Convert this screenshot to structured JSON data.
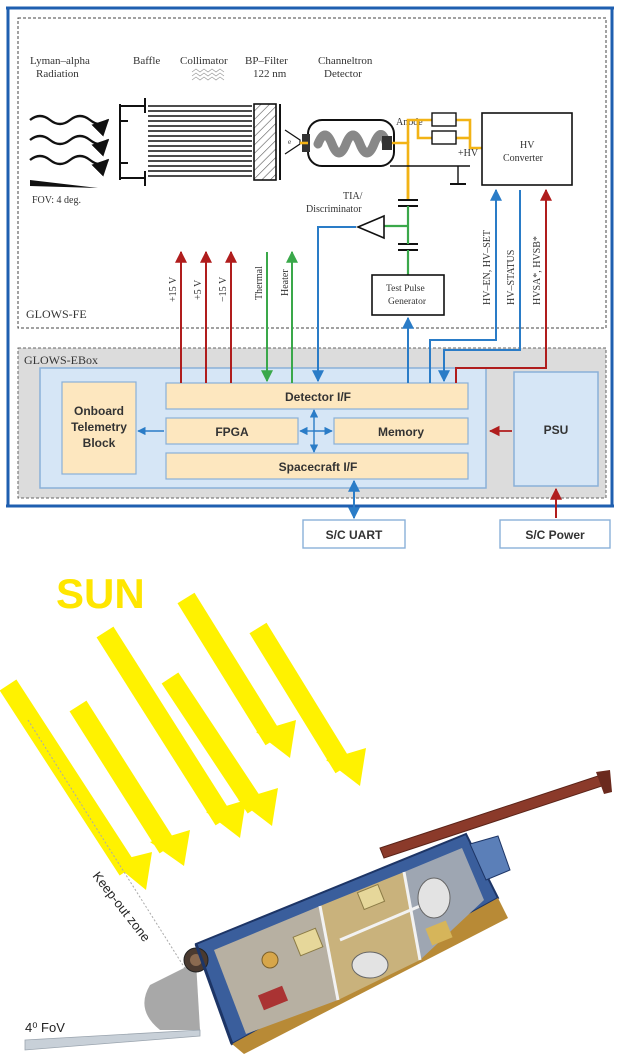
{
  "schematic": {
    "labels": {
      "lyman_alpha": "Lyman–alpha",
      "radiation": "Radiation",
      "baffle": "Baffle",
      "collimator": "Collimator",
      "bp_filter": "BP–Filter",
      "bp_filter_nm": "122 nm",
      "channeltron": "Channeltron",
      "detector": "Detector",
      "fov": "FOV: 4 deg.",
      "anode": "Anode",
      "hv_plus": "+HV",
      "hv_converter_1": "HV",
      "hv_converter_2": "Converter",
      "tia_1": "TIA/",
      "tia_2": "Discriminator",
      "test_pulse_1": "Test Pulse",
      "test_pulse_2": "Generator",
      "v15p": "+15 V",
      "v5p": "+5 V",
      "v15n": "−15 V",
      "thermal": "Thermal",
      "heater": "Heater",
      "hv_en": "HV–EN, HV–SET",
      "hv_status": "HV–STATUS",
      "hvsa": "HVSA*, HVSB*",
      "glows_fe": "GLOWS-FE",
      "glows_ebox": "GLOWS-EBox"
    },
    "blocks": {
      "onboard": [
        "Onboard",
        "Telemetry",
        "Block"
      ],
      "detector_if": "Detector I/F",
      "fpga": "FPGA",
      "memory": "Memory",
      "spacecraft_if": "Spacecraft I/F",
      "psu": "PSU",
      "sc_uart": "S/C UART",
      "sc_power": "S/C Power"
    }
  },
  "illustration": {
    "sun": "SUN",
    "keep_out": "Keep-out zone",
    "fov": "4⁰ FoV"
  },
  "colors": {
    "frame_blue": "#1f5fb0",
    "signal_red": "#b01d1d",
    "signal_green": "#3aa84a",
    "signal_blue": "#2a7cc7",
    "hv_yellow": "#f2b315",
    "block_fill": "#fde7bf",
    "ebox_fill": "#dcdcdc",
    "inner_fill": "#d6e6f6",
    "sun_yellow": "#fff200"
  }
}
